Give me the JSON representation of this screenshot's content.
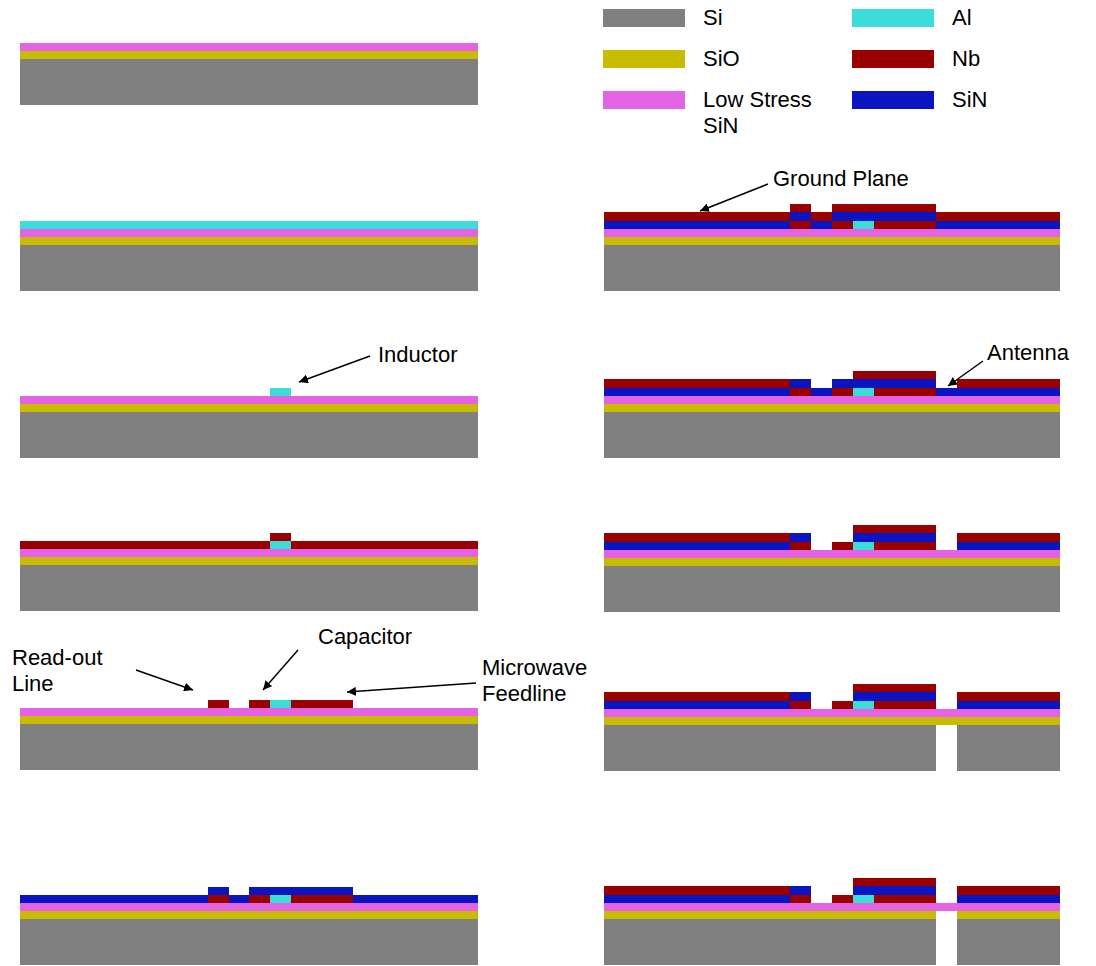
{
  "diagram": {
    "labels": [
      "Inductor",
      "Read-out Line",
      "Capacitor",
      "Microwave Feedline",
      "Ground Plane",
      "Antenna"
    ],
    "legend": [
      {
        "text": "Si",
        "color": "#808080"
      },
      {
        "text": "SiO",
        "color": "#c8bb00"
      },
      {
        "text": "Low Stress SiN",
        "color": "#e463e4"
      },
      {
        "text": "Al",
        "color": "#3cdcd8"
      },
      {
        "text": "Nb",
        "color": "#990000"
      },
      {
        "text": "SiN",
        "color": "#0a14c0"
      }
    ]
  }
}
